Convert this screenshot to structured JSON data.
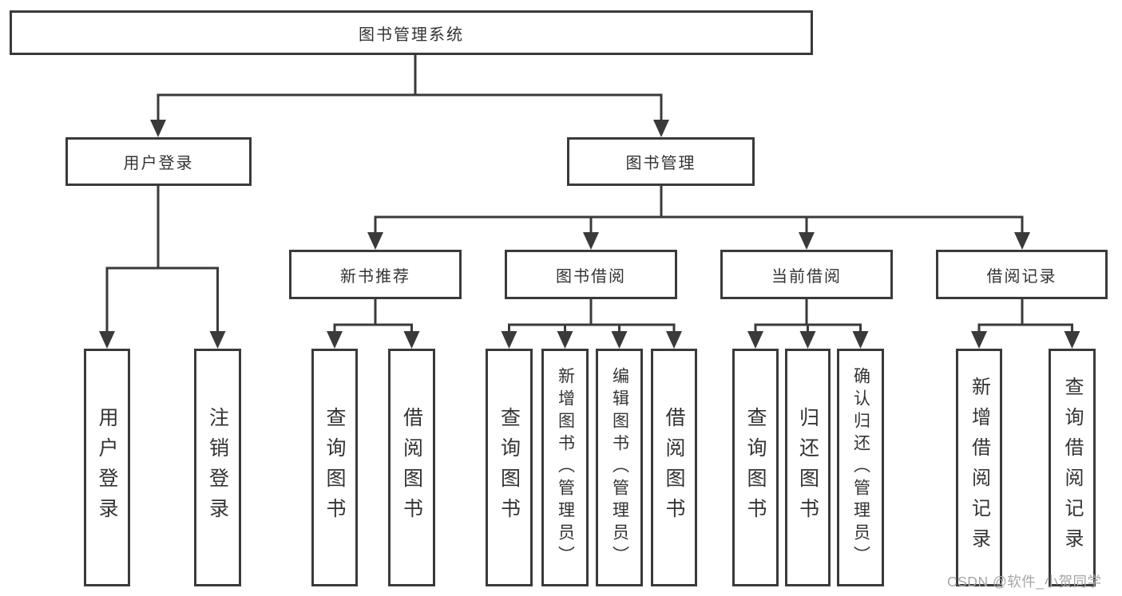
{
  "tree": {
    "label": "图书管理系统",
    "children": [
      {
        "label": "用户登录",
        "children": [
          {
            "label": "用户登录"
          },
          {
            "label": "注销登录"
          }
        ]
      },
      {
        "label": "图书管理",
        "children": [
          {
            "label": "新书推荐",
            "children": [
              {
                "label": "查询图书"
              },
              {
                "label": "借阅图书"
              }
            ]
          },
          {
            "label": "图书借阅",
            "children": [
              {
                "label": "查询图书"
              },
              {
                "label": "新增图书（管理员）"
              },
              {
                "label": "编辑图书（管理员）"
              },
              {
                "label": "借阅图书"
              }
            ]
          },
          {
            "label": "当前借阅",
            "children": [
              {
                "label": "查询图书"
              },
              {
                "label": "归还图书"
              },
              {
                "label": "确认归还（管理员）"
              }
            ]
          },
          {
            "label": "借阅记录",
            "children": [
              {
                "label": "新增借阅记录"
              },
              {
                "label": "查询借阅记录"
              }
            ]
          }
        ]
      }
    ]
  },
  "watermark": "CSDN @软件_小贺同学",
  "colors": {
    "line": "#3a3a3a",
    "text": "#333333",
    "box_background": "#ffffff",
    "watermark": "#a6a6a6",
    "background": "#ffffff"
  }
}
